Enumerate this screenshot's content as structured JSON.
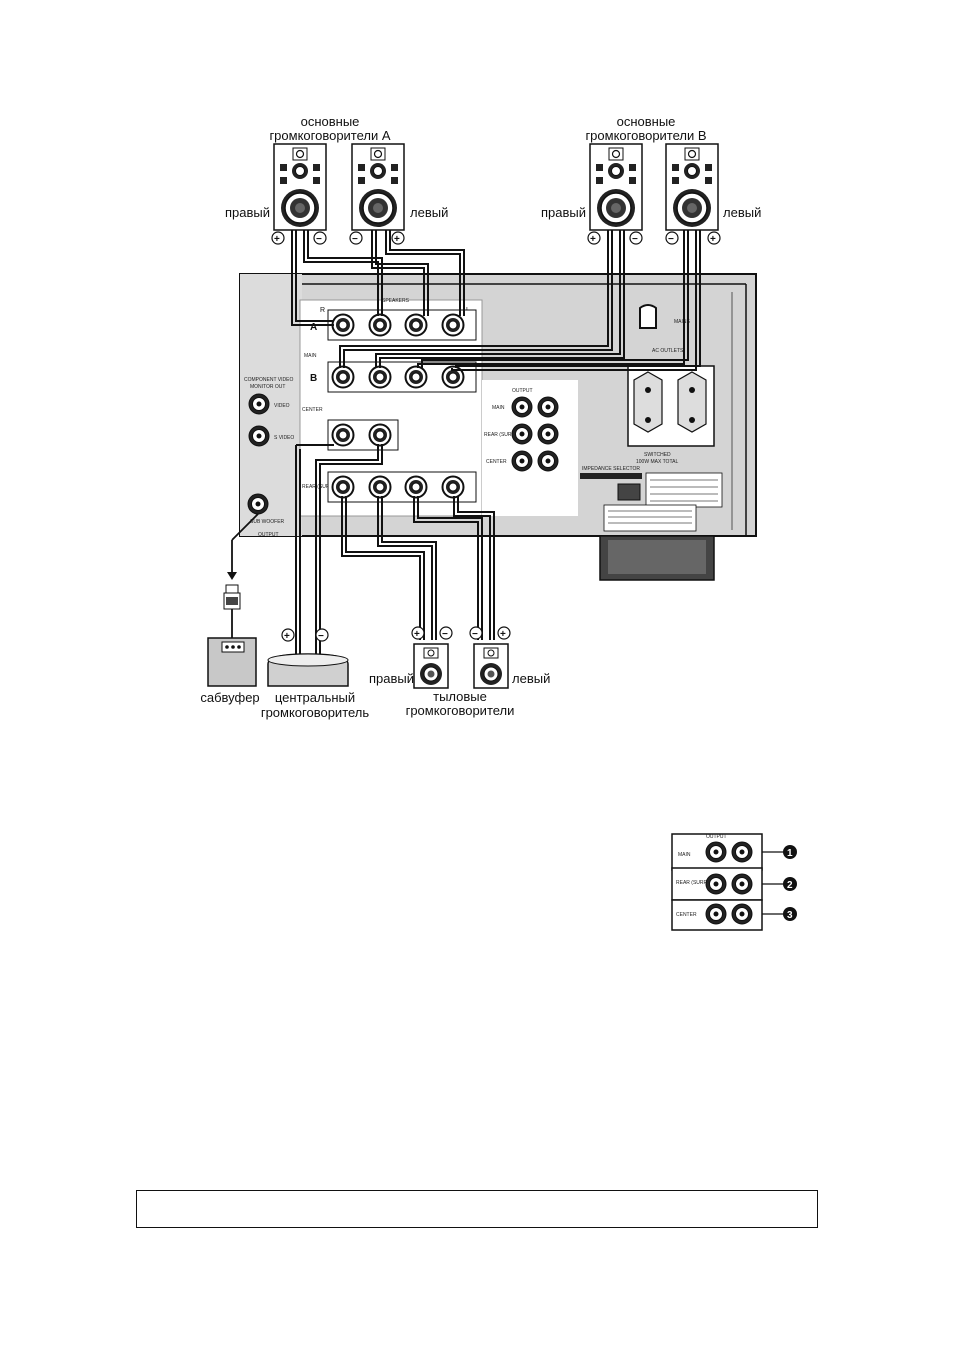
{
  "labels": {
    "main_a_line1": "основные",
    "main_a_line2": "громкоговорители A",
    "main_b_line1": "основные",
    "main_b_line2": "громкоговорители B",
    "right": "правый",
    "left": "левый",
    "subwoofer": "сабвуфер",
    "center_line1": "центральный",
    "center_line2": "громкоговоритель",
    "rear_line1": "тыловые",
    "rear_line2": "громкоговорители"
  },
  "panel": {
    "speakers": "SPEAKERS",
    "a": "A",
    "b": "B",
    "main": "MAIN",
    "center": "CENTER",
    "rear_surround": "REAR (SURROUND)",
    "output": "OUTPUT",
    "out_main": "MAIN",
    "out_rear": "REAR (SURROUND)",
    "out_center": "CENTER",
    "component_video": "COMPONENT VIDEO",
    "monitor_out": "MONITOR OUT",
    "video": "VIDEO",
    "s_video": "S VIDEO",
    "sub_woofer": "SUB WOOFER",
    "sub_output": "OUTPUT",
    "ac_outlets": "AC OUTLETS",
    "mains": "MAINS",
    "switched": "SWITCHED",
    "switched_max": "100W MAX TOTAL",
    "impedance_selector": "IMPEDANCE SELECTOR",
    "r": "R",
    "l": "L",
    "plus": "+",
    "minus": "−"
  },
  "inset": {
    "output": "OUTPUT",
    "main": "MAIN",
    "rear": "REAR (SURROUND)",
    "center": "CENTER",
    "n1": "1",
    "n2": "2",
    "n3": "3"
  }
}
